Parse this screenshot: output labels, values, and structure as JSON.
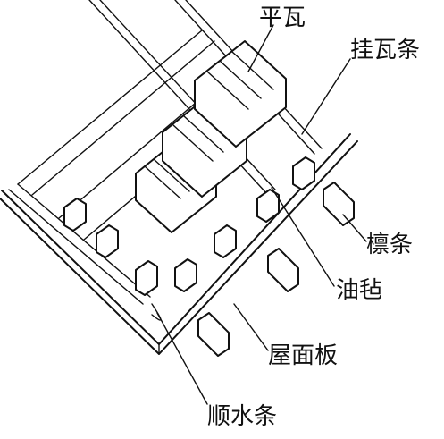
{
  "labels": {
    "flat_tile": "平瓦",
    "tile_batten": "挂瓦条",
    "purlin": "檩条",
    "felt": "油毡",
    "roof_board": "屋面板",
    "counter_batten": "顺水条"
  },
  "colors": {
    "ink": "#111111",
    "paper": "#ffffff"
  }
}
